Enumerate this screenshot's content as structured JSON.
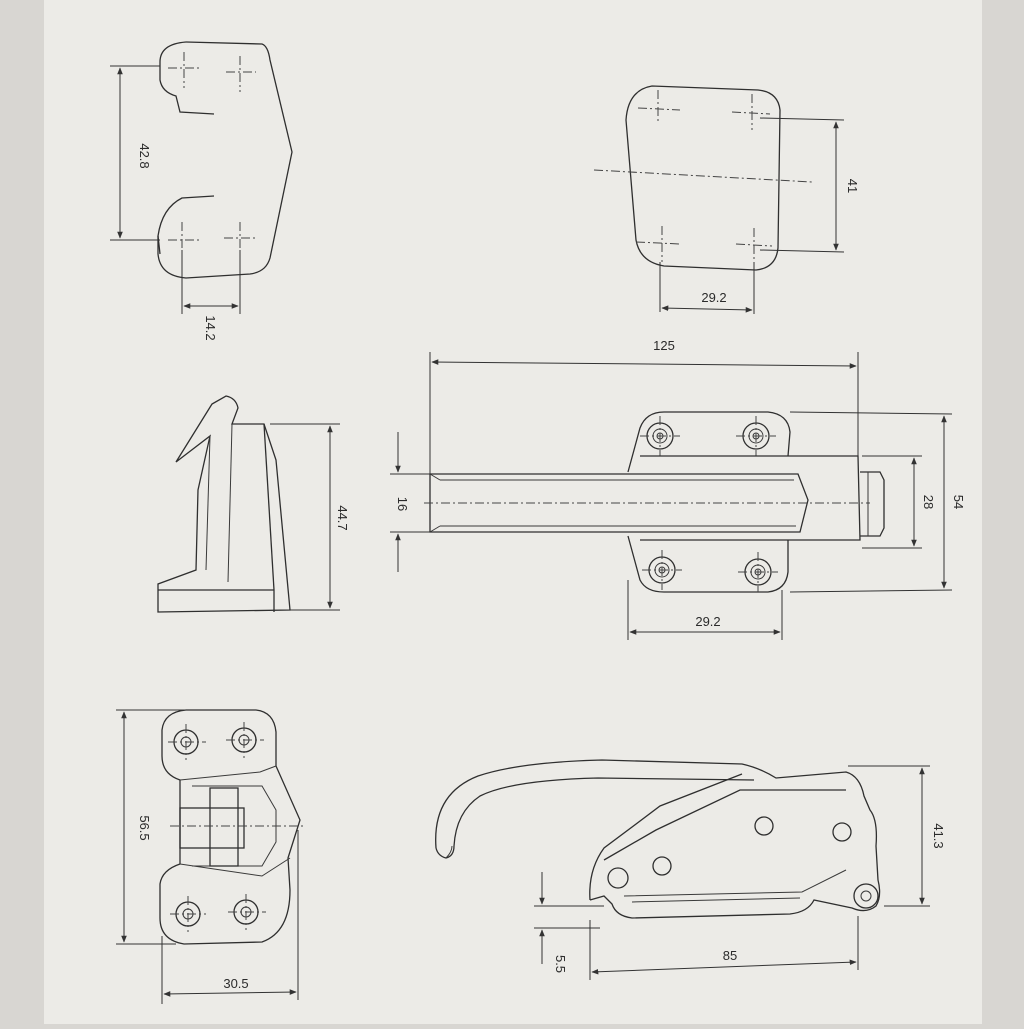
{
  "dimensions": {
    "hinge_height": "42.8",
    "hinge_hole_spacing": "14.2",
    "plate_height": "41",
    "plate_hole_spacing": "29.2",
    "bolt_side_height": "44.7",
    "latch_length": "125",
    "bar_width": "16",
    "body_height": "28",
    "mount_height": "54",
    "mount_hole_spacing": "29.2",
    "keeper_height": "56.5",
    "keeper_width": "30.5",
    "handle_height": "41.3",
    "handle_offset": "5.5",
    "handle_length": "85"
  },
  "colors": {
    "paper": "#ecebe7",
    "line": "#2f2f2f"
  }
}
